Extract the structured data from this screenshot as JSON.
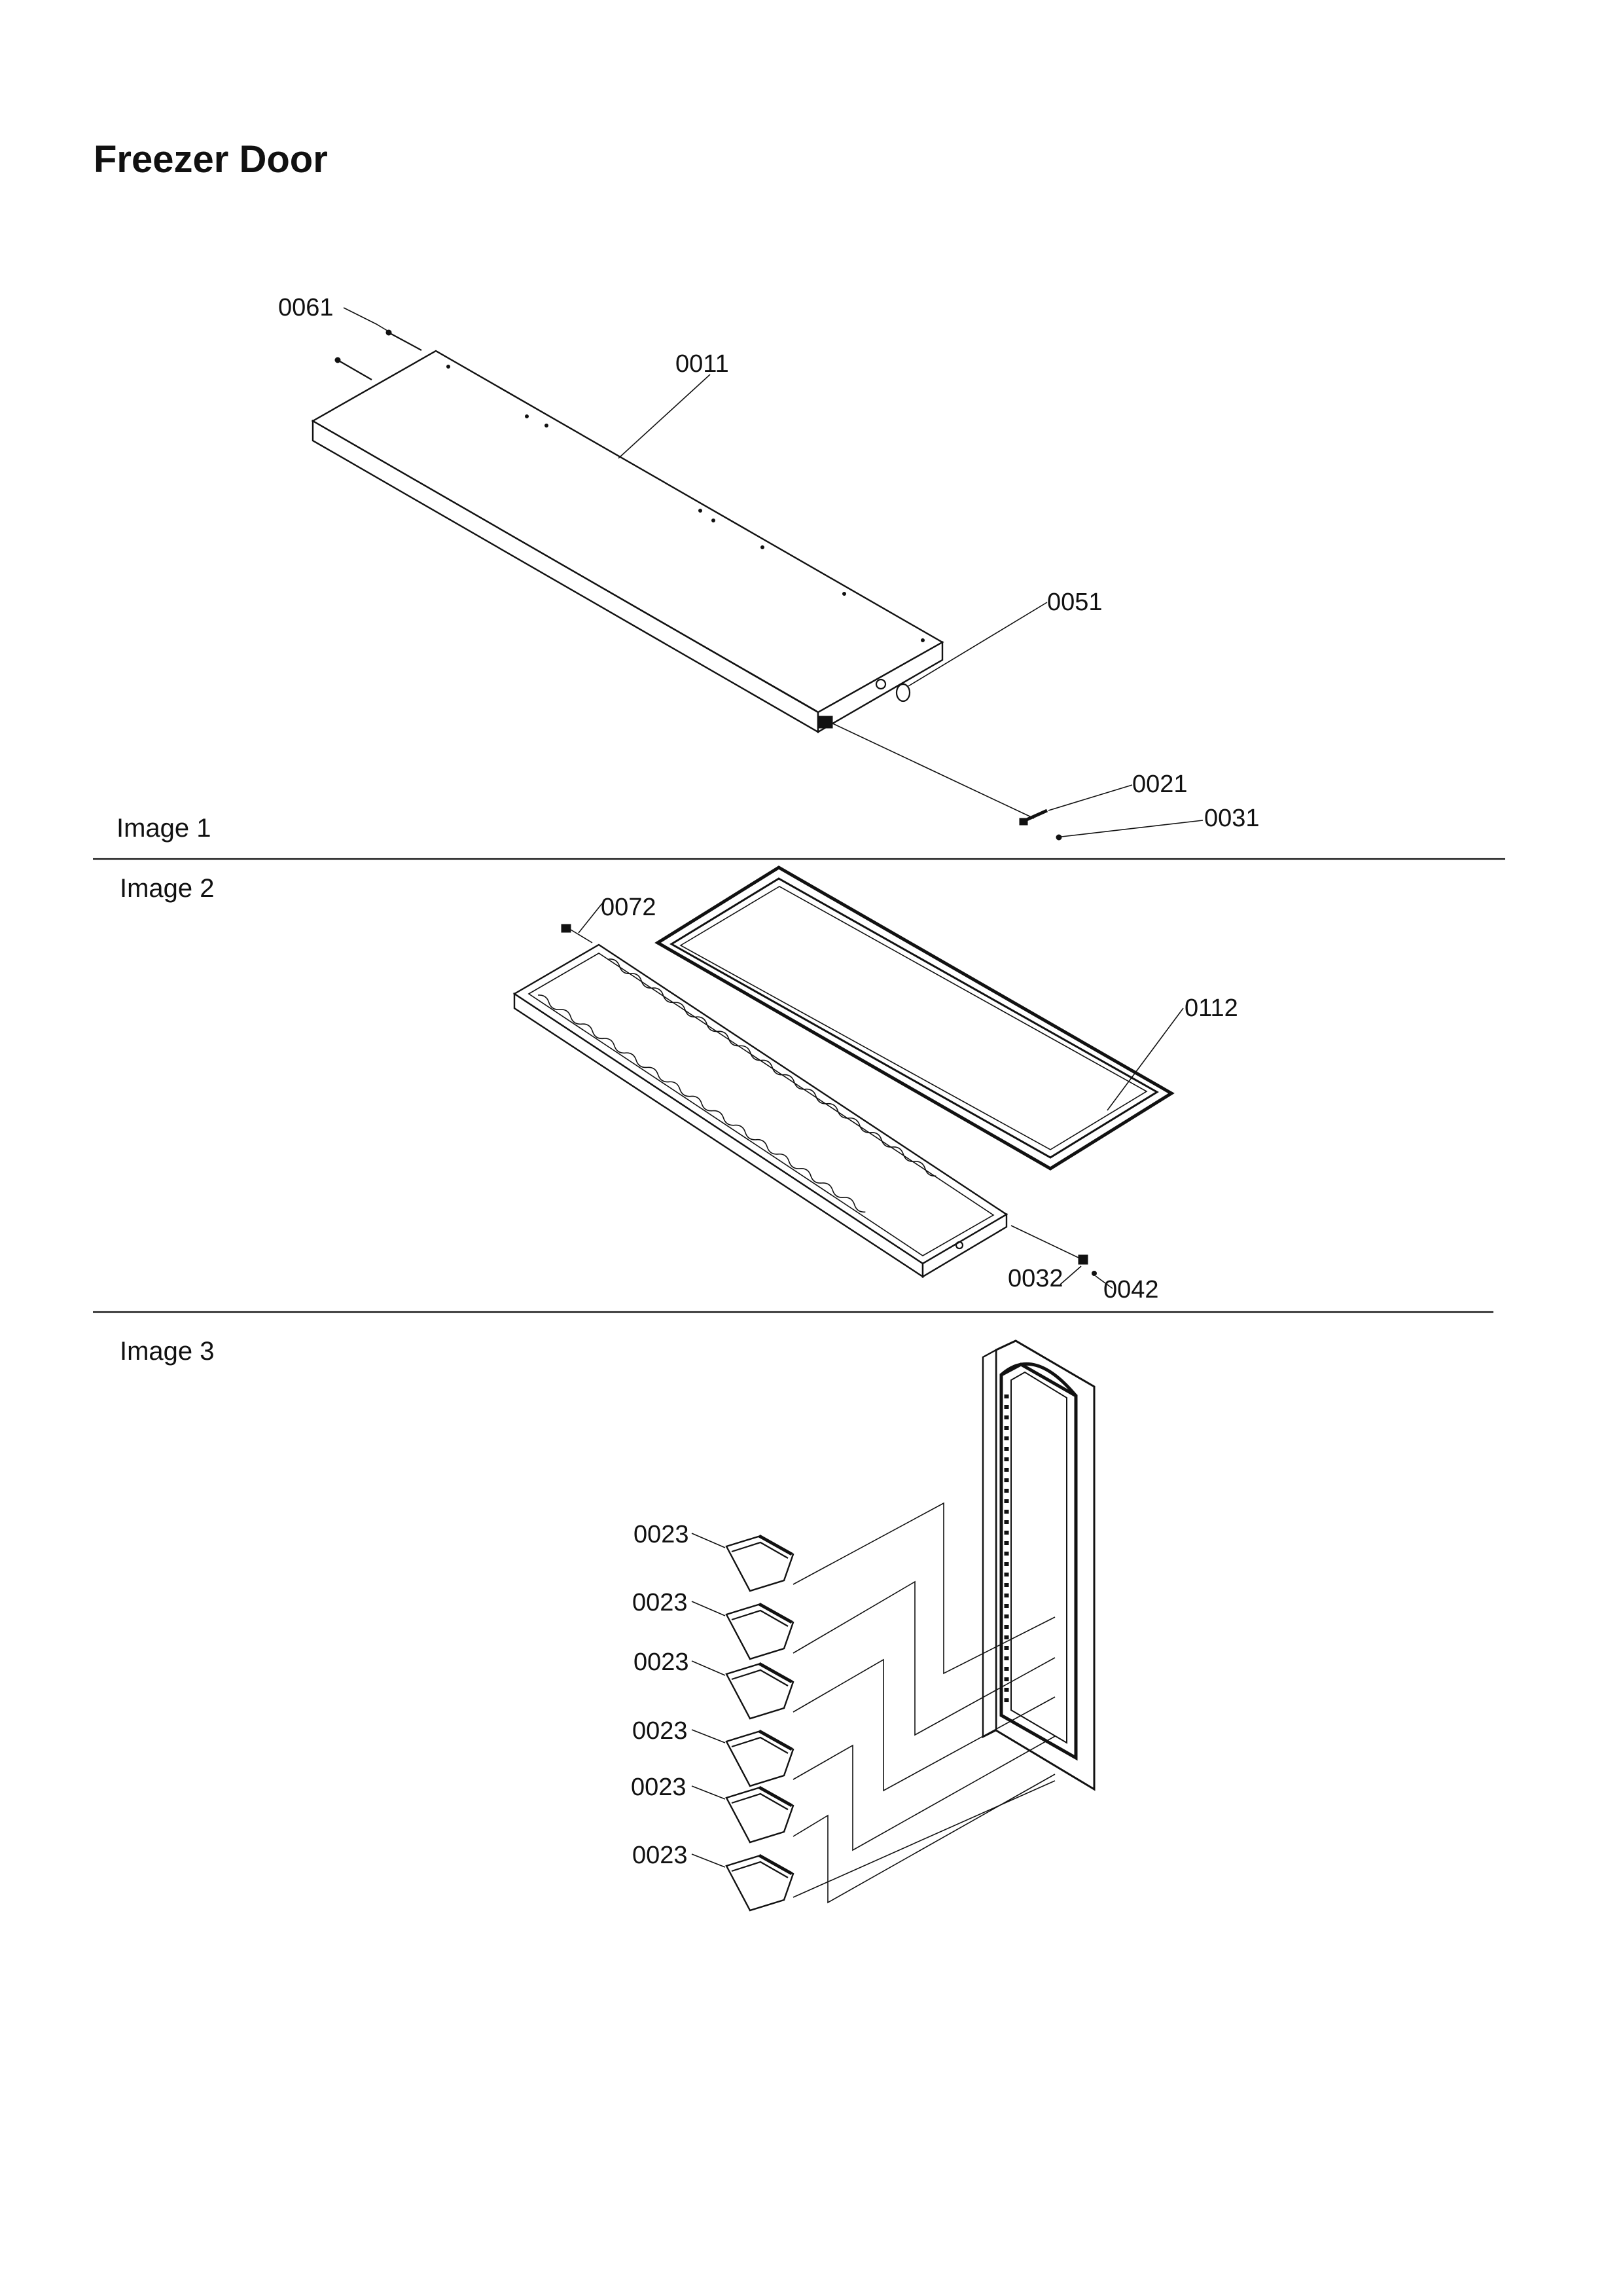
{
  "title": "Freezer Door",
  "sections": [
    {
      "label": "Image 1"
    },
    {
      "label": "Image 2"
    },
    {
      "label": "Image 3"
    }
  ],
  "callouts": {
    "p0061": "0061",
    "p0011": "0011",
    "p0051": "0051",
    "p0021": "0021",
    "p0031": "0031",
    "p0072": "0072",
    "p0112": "0112",
    "p0032": "0032",
    "p0042": "0042",
    "p0023": "0023"
  }
}
